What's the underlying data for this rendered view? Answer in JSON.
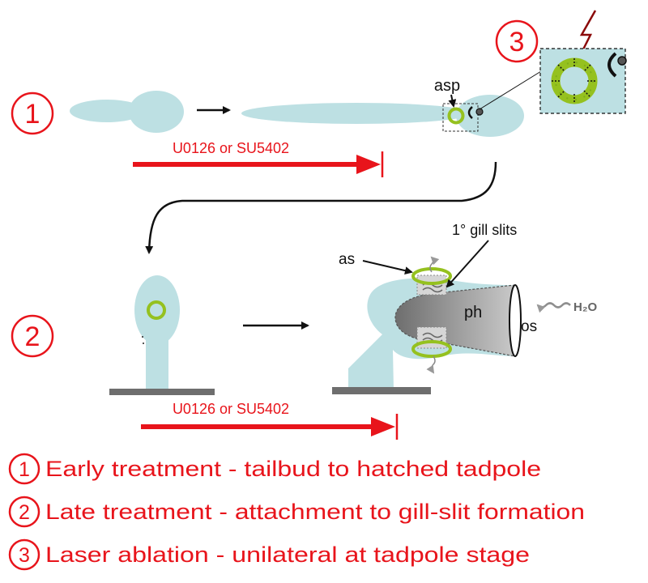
{
  "step1": {
    "number": "1",
    "treatment_label": "U0126 or SU5402",
    "asp_label": "asp"
  },
  "step2": {
    "number": "2",
    "treatment_label": "U0126 or SU5402",
    "as_label": "as",
    "gill_slits_label": "1° gill slits",
    "ph_label": "ph",
    "os_label": "os",
    "water_label": "H₂O"
  },
  "step3": {
    "number": "3"
  },
  "legend": [
    {
      "number": "1",
      "text": "Early treatment - tailbud to hatched tadpole"
    },
    {
      "number": "2",
      "text": "Late treatment - attachment to gill-slit formation"
    },
    {
      "number": "3",
      "text": "Laser ablation - unilateral at tadpole stage"
    }
  ],
  "colors": {
    "tissue": "#bde0e3",
    "rudiment": "#95c11f",
    "accent_red": "#e8141b",
    "ground": "#6e6e6e",
    "pharynx": "#888888",
    "laser": "#8b0a0a"
  }
}
